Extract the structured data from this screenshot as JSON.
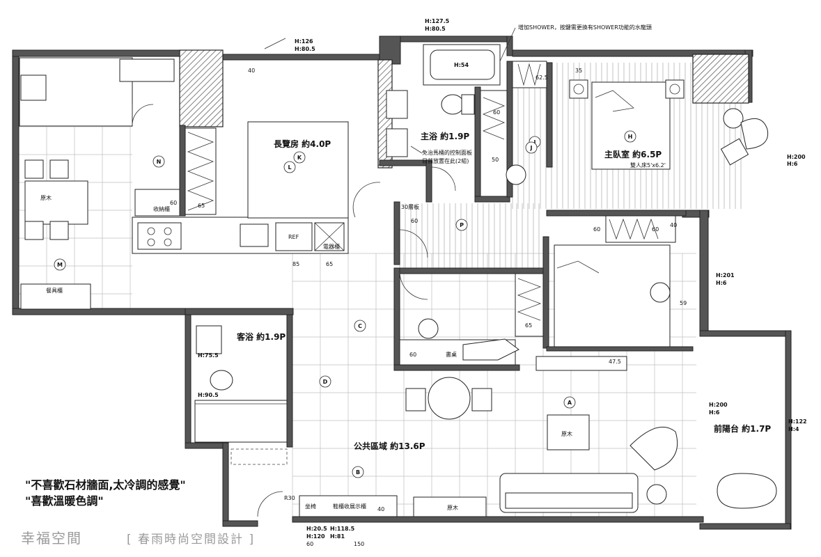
{
  "rooms": {
    "study": "長覽房 約4.0P",
    "master_bath": "主浴 約1.9P",
    "master_bed": "主臥室 約6.5P",
    "bed_size": "雙人床5'x6.2'",
    "guest_bath": "客浴 約1.9P",
    "public_area": "公共區域 約13.6P",
    "front_balcony": "前陽台 約1.7P"
  },
  "furniture": {
    "wood1": "原木",
    "wood2": "原木",
    "wood3": "原木",
    "cabinet_dining": "餐具櫃",
    "cabinet_storage": "收納櫃",
    "fridge": "REF",
    "appliance": "電器櫃",
    "shelf30": "30層板",
    "desk": "書桌",
    "shoe_seat": "坐椅",
    "display_cabinet": "鞋櫃收展示櫃"
  },
  "dimensions": {
    "h126": "H:126",
    "h80_5": "H:80.5",
    "h127_5": "H:127.5",
    "h80_5b": "H:80.5",
    "h54": "H:54",
    "h200a": "H:200",
    "h6a": "H:6",
    "h201": "H:201",
    "h6b": "H:6",
    "h200b": "H:200",
    "h6c": "H:6",
    "h122": "H:122",
    "h4": "H:4",
    "h75_5": "H:75.5",
    "h90_5": "H:90.5",
    "h20_5": "H:20.5",
    "h120": "H:120",
    "h118_5": "H:118.5",
    "h81": "H:81",
    "d40a": "40",
    "d60a": "60",
    "d65a": "65",
    "d85": "85",
    "d65b": "65",
    "d35": "35",
    "d62_5": "62.5",
    "d60b": "60",
    "d50": "50",
    "d60c": "60",
    "d60d": "60",
    "d60e": "60",
    "d40b": "40",
    "d59": "59",
    "d65c": "65",
    "d60f": "60",
    "d47_5": "47.5",
    "r30": "R30",
    "d40c": "40",
    "d60g": "60",
    "d150": "150"
  },
  "annotations": {
    "shower": "增加SHOWER，按鍵需更換有SHOWER功能的水龍頭",
    "toilet_panel_1": "免治馬桶的控制面板",
    "toilet_panel_2": "目前放置在此(2組)"
  },
  "markers": [
    "A",
    "B",
    "C",
    "D",
    "H",
    "I",
    "J",
    "K",
    "L",
    "M",
    "N",
    "P"
  ],
  "notes": {
    "line1": "\"不喜歡石材牆面,太冷調的感覺\"",
    "line2": "\"喜歡溫暖色調\""
  },
  "watermark": {
    "brand": "幸福空間",
    "sub": "[ 春雨時尚空間設計 ]"
  }
}
